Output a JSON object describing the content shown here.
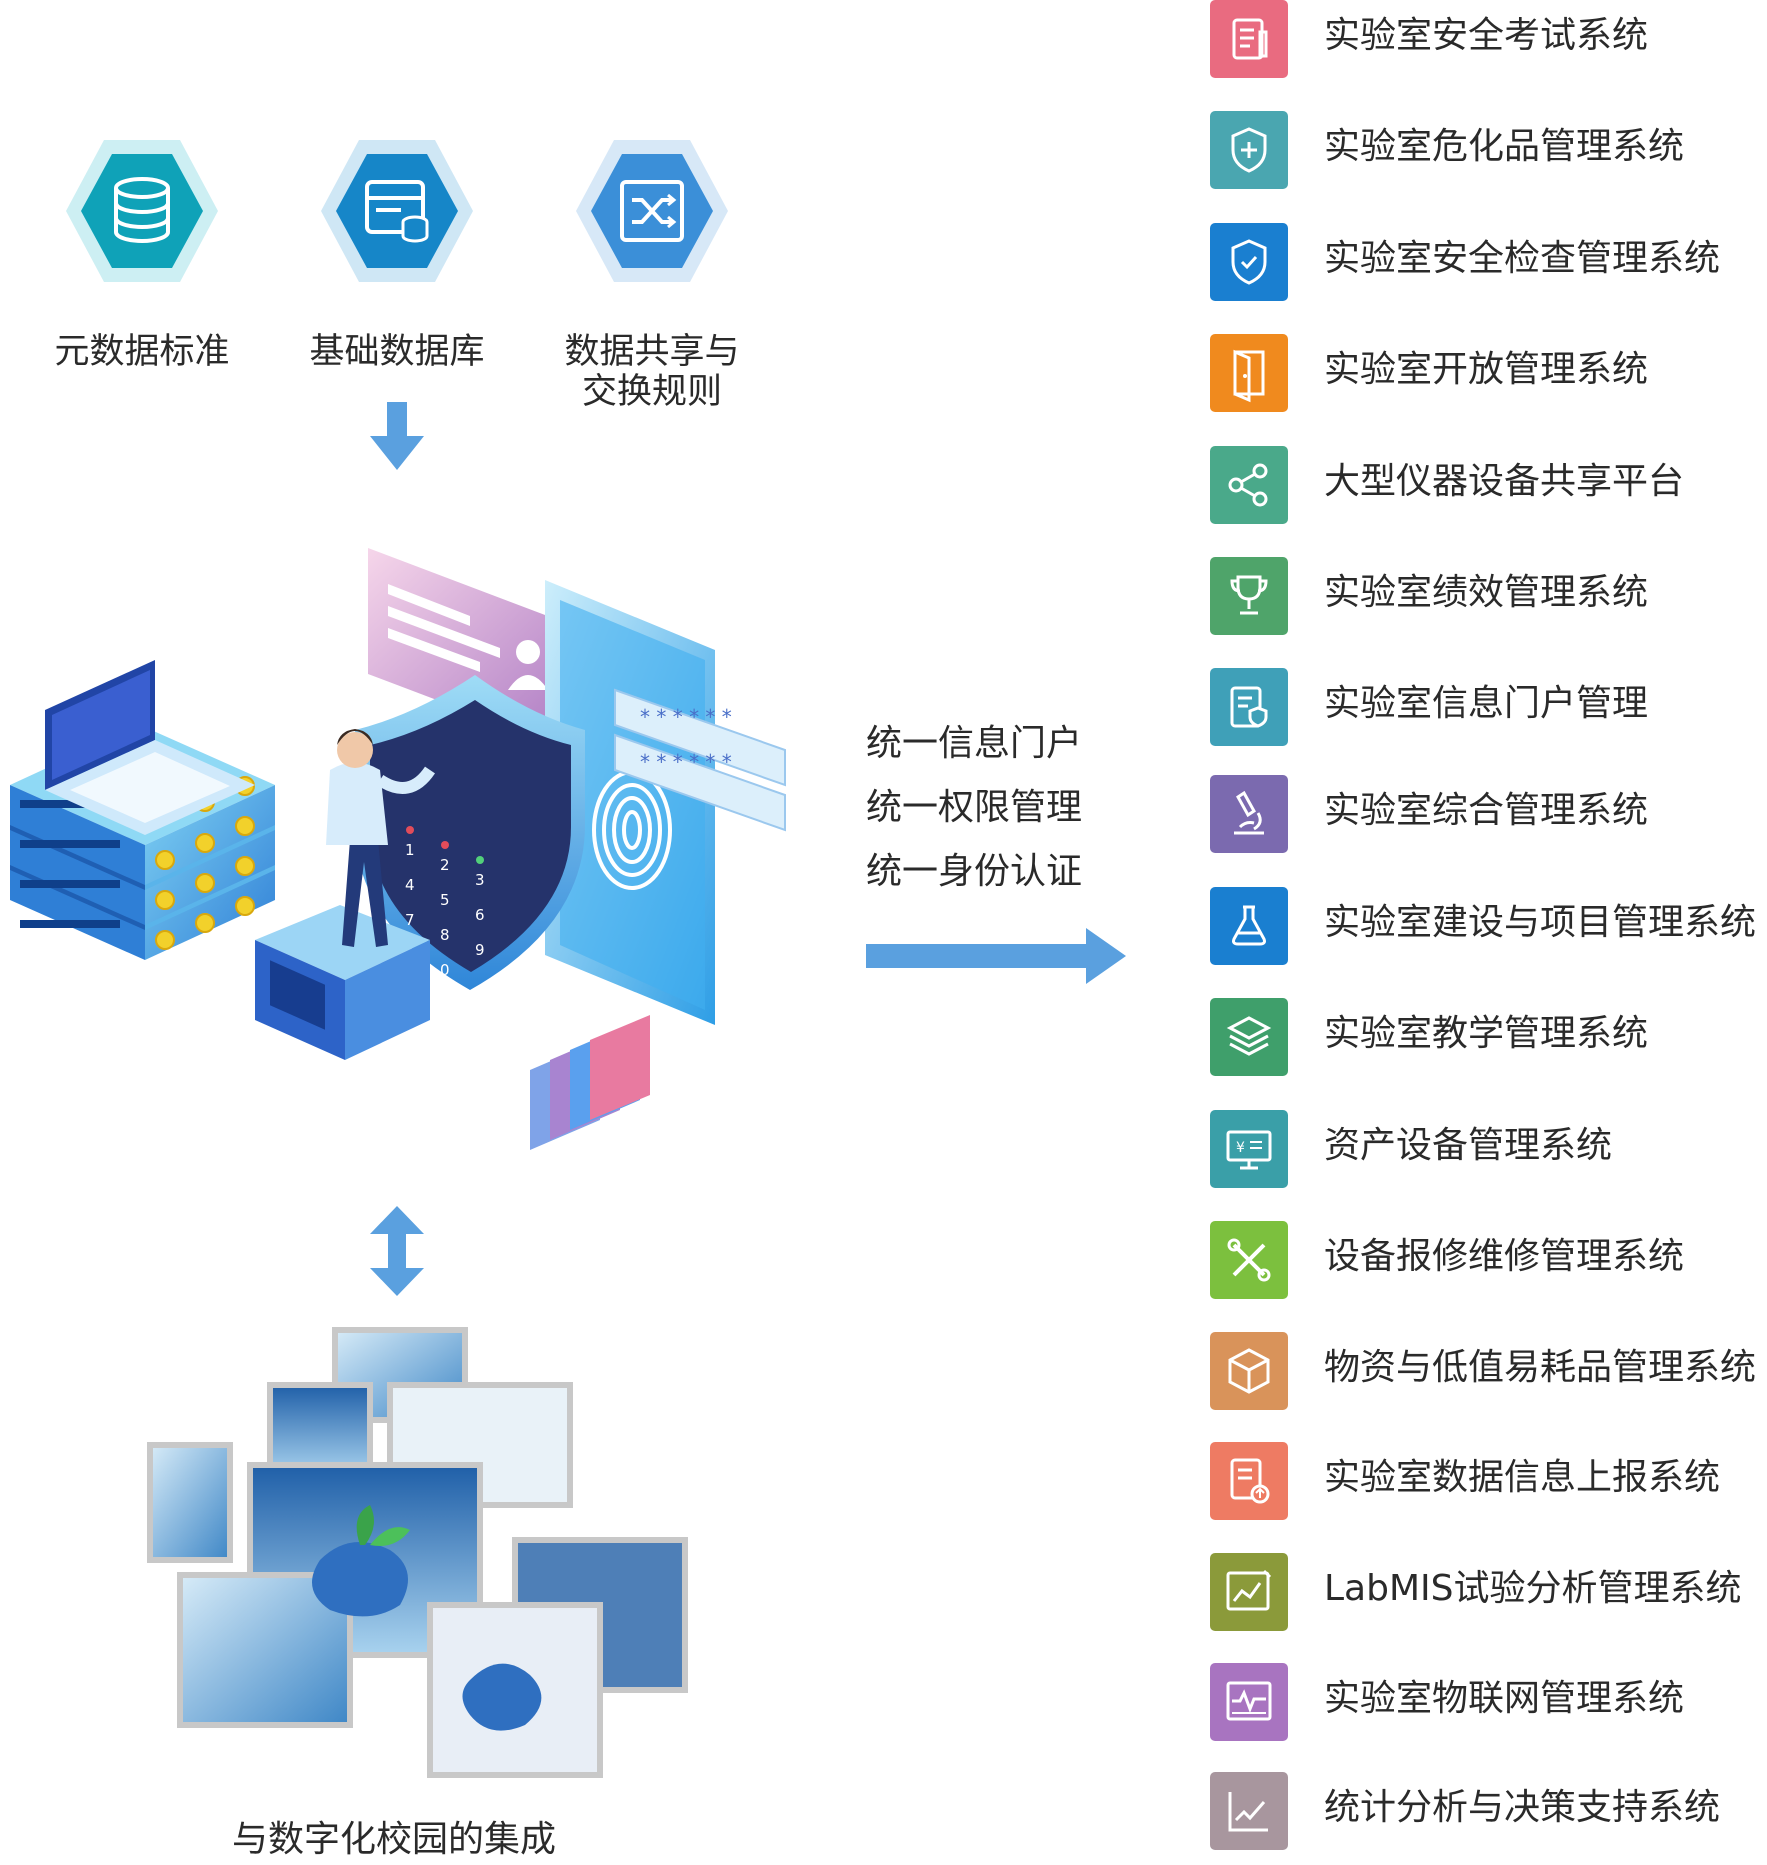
{
  "top_items": [
    {
      "label_lines": [
        "元数据标准"
      ],
      "icon": "database-icon",
      "color": "#0fa2b8",
      "halo": "#cdeff3"
    },
    {
      "label_lines": [
        "基础数据库"
      ],
      "icon": "server-database-icon",
      "color": "#1686c8",
      "halo": "#cfe7f5"
    },
    {
      "label_lines": [
        "数据共享与",
        "交换规则"
      ],
      "icon": "shuffle-icon",
      "color": "#3b8fd8",
      "halo": "#d7e8f7"
    }
  ],
  "unify_lines": [
    "统一信息门户",
    "统一权限管理",
    "统一身份认证"
  ],
  "bottom_label": "与数字化校园的集成",
  "systems": [
    {
      "label": "实验室安全考试系统",
      "icon": "exam-document-icon",
      "color": "#e96b80"
    },
    {
      "label": "实验室危化品管理系统",
      "icon": "shield-plus-icon",
      "color": "#4aa6b0"
    },
    {
      "label": "实验室安全检查管理系统",
      "icon": "shield-check-icon",
      "color": "#1a7fd0"
    },
    {
      "label": "实验室开放管理系统",
      "icon": "door-icon",
      "color": "#f08a1e"
    },
    {
      "label": "大型仪器设备共享平台",
      "icon": "share-nodes-icon",
      "color": "#4aa98a"
    },
    {
      "label": "实验室绩效管理系统",
      "icon": "trophy-icon",
      "color": "#4fa46a"
    },
    {
      "label": "实验室信息门户管理",
      "icon": "clipboard-shield-icon",
      "color": "#3fa0b8"
    },
    {
      "label": "实验室综合管理系统",
      "icon": "microscope-icon",
      "color": "#7b6aaf"
    },
    {
      "label": "实验室建设与项目管理系统",
      "icon": "flask-icon",
      "color": "#1a7fd0"
    },
    {
      "label": "实验室教学管理系统",
      "icon": "layers-icon",
      "color": "#3f9f6b"
    },
    {
      "label": "资产设备管理系统",
      "icon": "monitor-yen-icon",
      "color": "#3a9fa8"
    },
    {
      "label": "设备报修维修管理系统",
      "icon": "tools-icon",
      "color": "#7cc03e"
    },
    {
      "label": "物资与低值易耗品管理系统",
      "icon": "box-icon",
      "color": "#d9935a"
    },
    {
      "label": "实验室数据信息上报系统",
      "icon": "report-upload-icon",
      "color": "#ee7b63"
    },
    {
      "label": "LabMIS试验分析管理系统",
      "icon": "analysis-chart-icon",
      "color": "#8b9a3a"
    },
    {
      "label": "实验室物联网管理系统",
      "icon": "pulse-monitor-icon",
      "color": "#a874c0"
    },
    {
      "label": "统计分析与决策支持系统",
      "icon": "line-chart-icon",
      "color": "#a8969e"
    }
  ]
}
